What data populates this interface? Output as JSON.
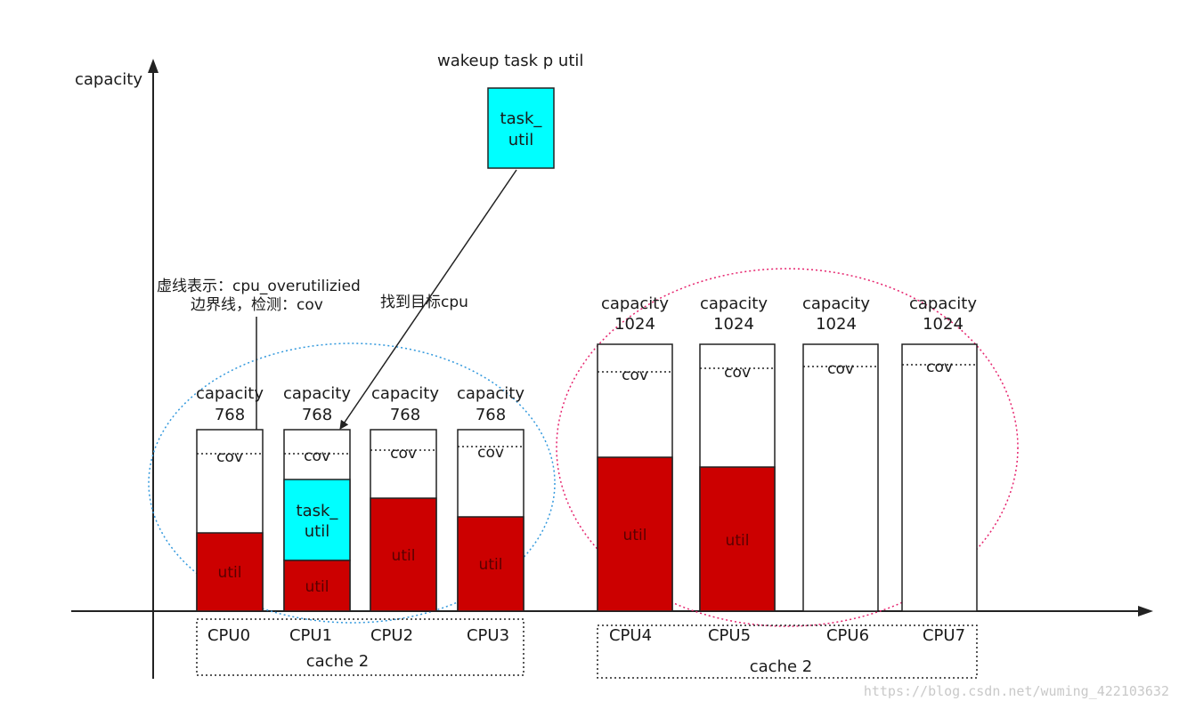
{
  "axis": {
    "y_label": "capacity"
  },
  "wakeup": {
    "title": "wakeup task p util",
    "box_line1": "task_",
    "box_line2": "util"
  },
  "notes": {
    "cov_line1": "虚线表示：cpu_overutilizied",
    "cov_line2": "边界线，检测：cov",
    "target": "找到目标cpu"
  },
  "cpus": [
    {
      "name": "CPU0",
      "cap_label": "capacity",
      "cap_value": "768",
      "cov": "cov",
      "util": "util"
    },
    {
      "name": "CPU1",
      "cap_label": "capacity",
      "cap_value": "768",
      "cov": "cov",
      "util": "util",
      "task_line1": "task_",
      "task_line2": "util"
    },
    {
      "name": "CPU2",
      "cap_label": "capacity",
      "cap_value": "768",
      "cov": "cov",
      "util": "util"
    },
    {
      "name": "CPU3",
      "cap_label": "capacity",
      "cap_value": "768",
      "cov": "cov",
      "util": "util"
    },
    {
      "name": "CPU4",
      "cap_label": "capacity",
      "cap_value": "1024",
      "cov": "cov",
      "util": "util"
    },
    {
      "name": "CPU5",
      "cap_label": "capacity",
      "cap_value": "1024",
      "cov": "cov",
      "util": "util"
    },
    {
      "name": "CPU6",
      "cap_label": "capacity",
      "cap_value": "1024",
      "cov": "cov"
    },
    {
      "name": "CPU7",
      "cap_label": "capacity",
      "cap_value": "1024",
      "cov": "cov"
    }
  ],
  "clusters": [
    {
      "label": "cache 2"
    },
    {
      "label": "cache 2"
    }
  ],
  "watermark": "https://blog.csdn.net/wuming_422103632",
  "colors": {
    "util": "#cc0000",
    "task": "#00ffff",
    "cluster_little": "#3399dd",
    "cluster_big": "#e6246e",
    "line": "#222222"
  }
}
